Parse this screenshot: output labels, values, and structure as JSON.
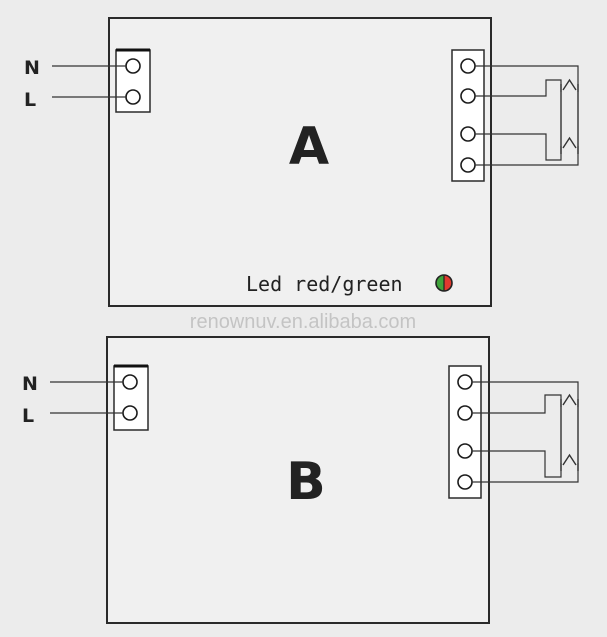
{
  "diagram_a": {
    "label": "A",
    "terminal_n": "N",
    "terminal_l": "L",
    "indicator_label": "Led red/green",
    "indicator_colors": [
      "#e03a2f",
      "#3fa33a"
    ]
  },
  "watermark": "renownuv.en.alibaba.com",
  "diagram_b": {
    "label": "B",
    "terminal_n": "N",
    "terminal_l": "L"
  }
}
